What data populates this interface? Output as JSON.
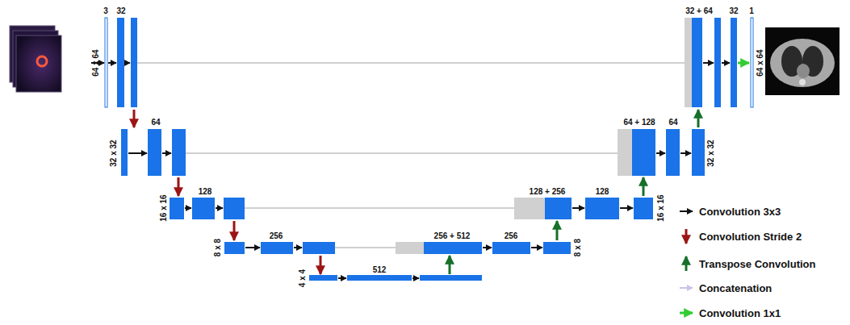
{
  "diagram": {
    "labels": [
      "3",
      "32",
      "64 x 64",
      "64",
      "32 x 32",
      "128",
      "16 x 16",
      "256",
      "8 x 8",
      "4 x 4",
      "512",
      "256 + 512",
      "256",
      "8 x 8",
      "128 + 256",
      "128",
      "16 x 16",
      "64 + 128",
      "64",
      "32 x 32",
      "32 + 64",
      "32",
      "1",
      "64 x 64"
    ],
    "legend": [
      {
        "text": "Convolution 3x3"
      },
      {
        "text": "Convolution Stride 2"
      },
      {
        "text": "Transpose Convolution"
      },
      {
        "text": "Concatenation"
      },
      {
        "text": "Convolution 1x1"
      }
    ]
  }
}
